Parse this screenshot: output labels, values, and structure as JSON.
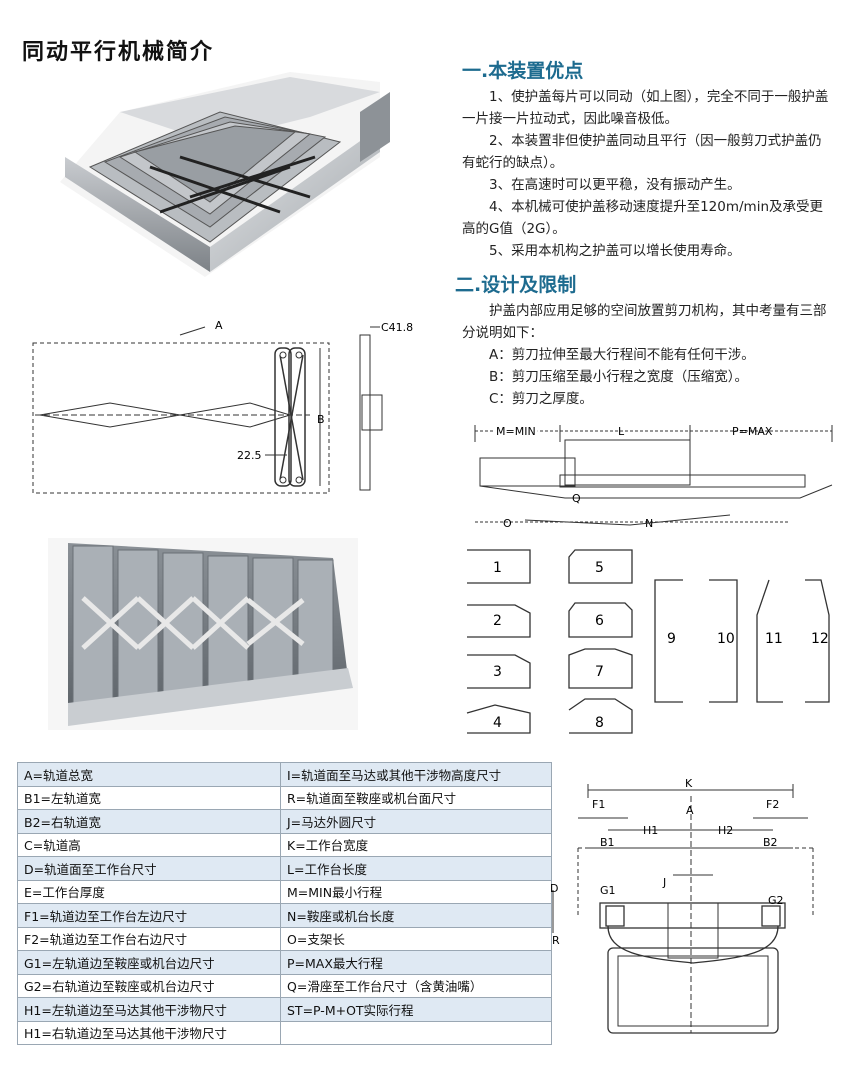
{
  "title": "同动平行机械简介",
  "section1": {
    "heading": "一.本装置优点",
    "items": [
      "1、使护盖每片可以同动（如上图），完全不同于一般护盖一片接一片拉动式，因此噪音极低。",
      "2、本装置非但使护盖同动且平行（因一般剪刀式护盖仍有蛇行的缺点）。",
      "3、在高速时可以更平稳，没有振动产生。",
      "4、本机械可使护盖移动速度提升至120m/min及承受更高的G值（2G）。",
      "5、采用本机构之护盖可以增长使用寿命。"
    ]
  },
  "section2": {
    "heading": "二.设计及限制",
    "intro": "护盖内部应用足够的空间放置剪刀机构，其中考量有三部分说明如下：",
    "items": [
      "A：剪刀拉伸至最大行程间不能有任何干涉。",
      "B：剪刀压缩至最小行程之宽度（压缩宽）。",
      "C：剪刀之厚度。"
    ]
  },
  "scissor_diagram": {
    "labels": {
      "a": "A",
      "b": "B",
      "c": "C41.8",
      "d": "22.5"
    }
  },
  "travel_diagram": {
    "labels": {
      "m": "M=MIN",
      "l": "L",
      "p": "P=MAX",
      "q": "Q",
      "o": "O",
      "n": "N"
    }
  },
  "shapes": [
    "1",
    "2",
    "3",
    "4",
    "5",
    "6",
    "7",
    "8",
    "9",
    "10",
    "11",
    "12"
  ],
  "spec_table": {
    "rows": [
      [
        "A=轨道总宽",
        "I=轨道面至马达或其他干涉物高度尺寸"
      ],
      [
        "B1=左轨道宽",
        "R=轨道面至鞍座或机台面尺寸"
      ],
      [
        "B2=右轨道宽",
        "J=马达外圆尺寸"
      ],
      [
        "C=轨道高",
        "K=工作台宽度"
      ],
      [
        "D=轨道面至工作台尺寸",
        "L=工作台长度"
      ],
      [
        "E=工作台厚度",
        "M=MIN最小行程"
      ],
      [
        "F1=轨道边至工作台左边尺寸",
        "N=鞍座或机台长度"
      ],
      [
        "F2=轨道边至工作台右边尺寸",
        "O=支架长"
      ],
      [
        "G1=左轨道边至鞍座或机台边尺寸",
        "P=MAX最大行程"
      ],
      [
        "G2=右轨道边至鞍座或机台边尺寸",
        "Q=滑座至工作台尺寸（含黄油嘴）"
      ],
      [
        "H1=左轨道边至马达其他干涉物尺寸",
        "ST=P-M+OT实际行程"
      ],
      [
        "H1=右轨道边至马达其他干涉物尺寸",
        ""
      ]
    ]
  },
  "section_diagram": {
    "labels": {
      "k": "K",
      "f1": "F1",
      "f2": "F2",
      "a": "A",
      "b1": "B1",
      "h1": "H1",
      "h2": "H2",
      "b2": "B2",
      "d": "D",
      "j": "J",
      "g1": "G1",
      "g2": "G2",
      "r": "R"
    }
  }
}
